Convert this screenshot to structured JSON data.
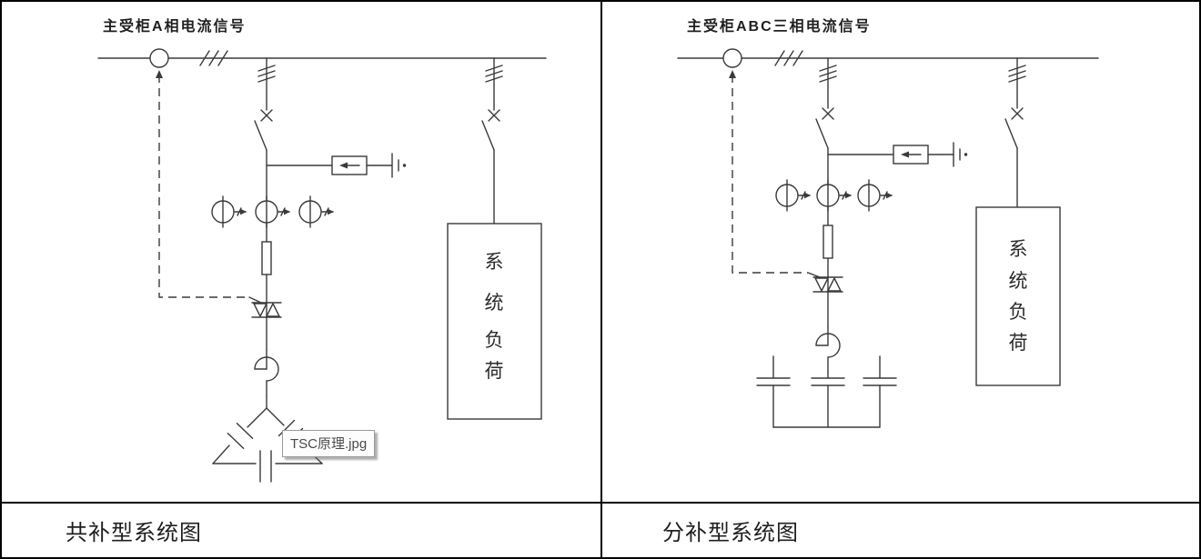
{
  "colors": {
    "line": "#3a3a3a",
    "frame": "#000000",
    "text": "#1f1f1f",
    "tooltip_border": "#9a9a9a",
    "tooltip_text": "#4a4a4a",
    "background": "#ffffff"
  },
  "panels": [
    {
      "title": "主受柜A相电流信号",
      "caption": "共补型系统图",
      "load_chars": [
        "系",
        "统",
        "负",
        "荷"
      ]
    },
    {
      "title": "主受柜ABC三相电流信号",
      "caption": "分补型系统图",
      "load_chars": [
        "系",
        "统",
        "负",
        "荷"
      ]
    }
  ],
  "tooltip": {
    "label": "TSC原理.jpg"
  },
  "symbol_legend": [
    "current-signal-source-ct",
    "three-phase-slashes",
    "drawout-contact",
    "circuit-breaker",
    "surge-arrester",
    "ground",
    "current-transformer",
    "fuse",
    "thyristor-valve",
    "series-reactor",
    "capacitor-bank",
    "system-load"
  ]
}
